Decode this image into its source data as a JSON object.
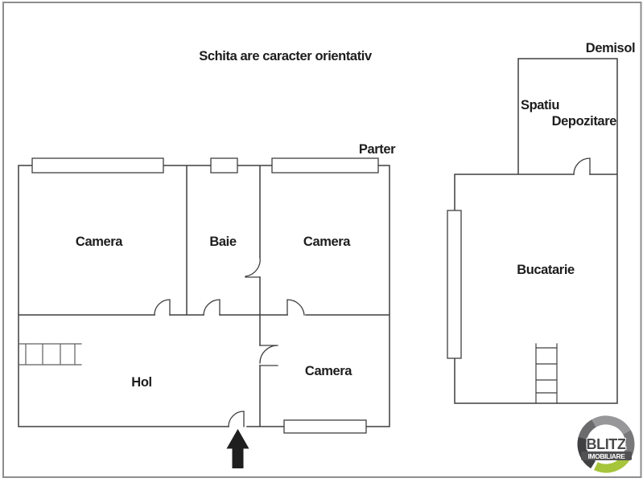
{
  "note": "Schita are caracter orientativ",
  "floors": {
    "parter": {
      "label": "Parter",
      "rooms": {
        "camera_stanga": "Camera",
        "baie": "Baie",
        "camera_dreapta_sus": "Camera",
        "hol": "Hol",
        "camera_dreapta_jos": "Camera"
      }
    },
    "demisol": {
      "label": "Demisol",
      "rooms": {
        "spatiu_line1": "Spatiu",
        "spatiu_line2": "Depozitare",
        "bucatarie": "Bucatarie"
      }
    }
  },
  "logo": {
    "brand": "BLITZ",
    "subtitle": "IMOBILIARE",
    "green": "#a6c53b",
    "gray": "#97979a"
  },
  "colors": {
    "wall": "#3f3f3f",
    "text": "#1d1d1d",
    "frame": "#8d8d8f",
    "arrow": "#1f1f1f",
    "background": "#ffffff"
  }
}
